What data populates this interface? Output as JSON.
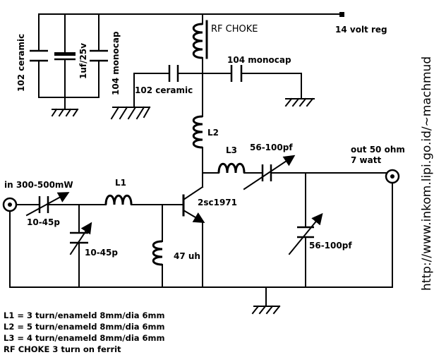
{
  "labels": {
    "rf_choke": "RF CHOKE",
    "supply": "14 volt reg",
    "cap_102_ceramic_top": "102 ceramic",
    "cap_1uf": "1uf/25v",
    "cap_104_monocap_left": "104 monocap",
    "cap_104_monocap_right": "104 monocap",
    "cap_102_ceramic_mid": "102 ceramic",
    "l2": "L2",
    "l3": "L3",
    "cap_56_100pf_top": "56-100pf",
    "output_line1": "out 50 ohm",
    "output_line2": "7 watt",
    "input": "in 300-500mW",
    "l1": "L1",
    "transistor": "2sc1971",
    "cap_10_45p_series": "10-45p",
    "cap_10_45p_shunt": "10-45p",
    "inductor_47uh": "47 uh",
    "cap_56_100pf_shunt": "56-100pf"
  },
  "notes": [
    "L1 = 3 turn/enameld 8mm/dia 6mm",
    "L2 = 5 turn/enameld 8mm/dia 6mm",
    "L3 = 4 turn/enameld 8mm/dia 6mm",
    "RF CHOKE 3 turn on ferrit"
  ],
  "url": "http://www.inkom.lipi.go.id/~machmud"
}
